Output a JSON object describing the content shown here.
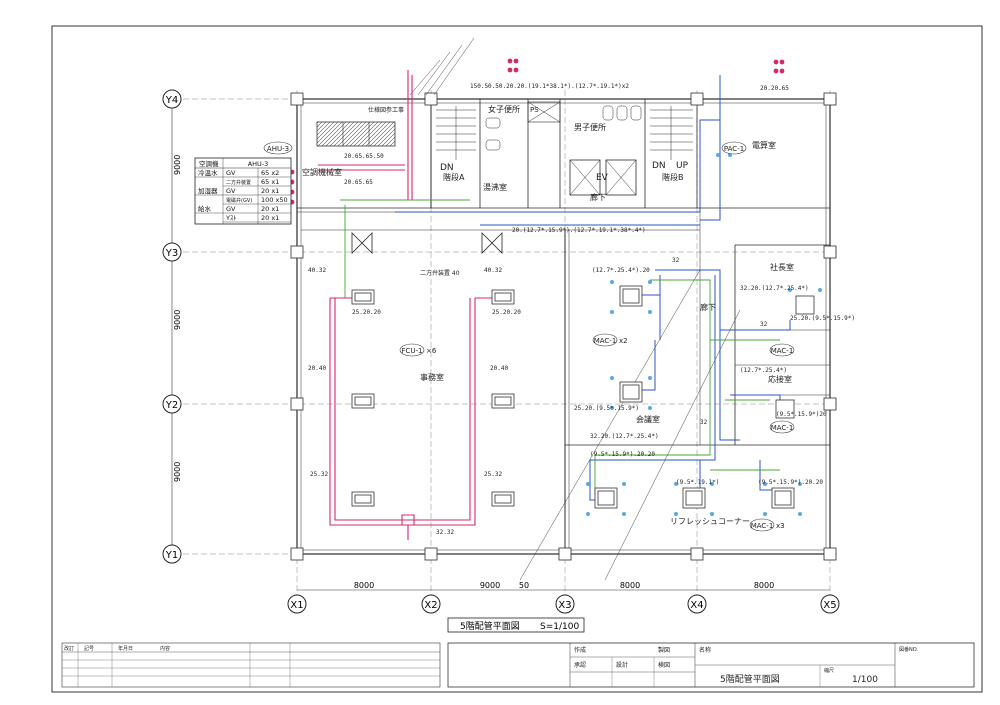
{
  "grid": {
    "rows": [
      "Y4",
      "Y3",
      "Y2",
      "Y1"
    ],
    "cols": [
      "X1",
      "X2",
      "X3",
      "X4",
      "X5"
    ],
    "row_spacing": [
      "9000",
      "9000",
      "9000"
    ],
    "col_spacing": [
      "8000",
      "9000",
      "8000",
      "8000"
    ]
  },
  "rooms": {
    "mech": "空調機械室",
    "office": "事務室",
    "women_wc": "女子便所",
    "men_wc": "男子便所",
    "stair_a": "階段A",
    "stair_b": "階段B",
    "dn_a": "DN",
    "dn_b": "DN",
    "up_b": "UP",
    "ev": "EV",
    "hot_water": "湯沸室",
    "corridor1": "廊下",
    "corridor2": "廊下",
    "elec": "電算室",
    "president": "社長室",
    "reception": "応接室",
    "meeting": "会議室",
    "refresh": "リフレッシュコーナー",
    "ps": "PS",
    "duct_work": "仕様図参工事"
  },
  "equipment": {
    "ahu": "AHU-3",
    "pac": "PAC-1",
    "fcu": "FCU-1",
    "fcu_qty": "×6",
    "mac_main": "MAC-1",
    "mac_main_qty": "x2",
    "mac_a": "MAC-1",
    "mac_b": "MAC-1",
    "mac_refresh": "MAC-1",
    "mac_refresh_qty": "x3",
    "valve_label": "二方弁装置 40"
  },
  "schedule": {
    "header": [
      "空調機",
      "AHU-3"
    ],
    "rows": [
      [
        "冷温水",
        "GV",
        "65 x2"
      ],
      [
        "",
        "二方弁装置",
        "65 x1"
      ],
      [
        "加湿器",
        "GV",
        "20 x1"
      ],
      [
        "",
        "電磁弁(GV)",
        "100 x50"
      ],
      [
        "給水",
        "GV",
        "20 x1"
      ],
      [
        "",
        "Yｽﾄ",
        "20 x1"
      ]
    ]
  },
  "pipe_labels": {
    "top_main": "150.50.50.20.20.(19.1*38.1*).(12.7*.19.1*)x2",
    "top_right": "20.20.65",
    "mech_a": "20.65.65.50",
    "mech_b": "20.65.65",
    "corridor": "20.(12.7*.15.9*).(12.7*.19.1*.38*.4*)",
    "office_left_top": "40.32",
    "office_right_top": "40.32",
    "fcu_l1": "25.20.20",
    "fcu_r1": "25.20.20",
    "l_mid": "20.40",
    "r_mid": "20.40",
    "l_low": "25.32",
    "r_low": "25.32",
    "bottom": "32.32",
    "center_top": "(12.7*.25.4*).20",
    "center_32": "32",
    "pres_a": "32.20.(12.7*.25.4*)",
    "pres_b": "25.20.(9.5*.15.9*)",
    "pres_32": "32",
    "recep": "(12.7*.25.4*)",
    "meet": "25.20.(9.5*.15.9*)",
    "meet_r": "(9.5*.15.9*)20",
    "lower_main": "32.20.(12.7*.25.4*)",
    "lower_32": "32",
    "ref_a": "(9.5*.15.9*).20.20",
    "ref_b": "(9.5*.19.1*)",
    "ref_c": "(9.5*.15.9*).20.20"
  },
  "dims": {
    "d1": "8000",
    "d2": "9000",
    "d2b": "50",
    "d3": "8000",
    "d4": "8000"
  },
  "title": {
    "plan_title": "5階配管平面図",
    "plan_scale": "S=1/100",
    "drawing_name": "5階配管平面図",
    "drawing_scale": "1/100",
    "drawing_no_label": "図番NO.",
    "scale_label": "縮尺",
    "name_label": "名称",
    "sakusei": "作成",
    "ninsho": "承認",
    "sekkei": "設計",
    "kenzu": "検図",
    "seizu": "製図",
    "kaitei": "改訂",
    "kaitei_cols": [
      "記号",
      "年月日",
      "内容"
    ]
  },
  "colors": {
    "structure": "#2b2b2b",
    "chilled": "#d4286e",
    "refrig": "#2a55c0",
    "drain": "#44a832",
    "note": "#e05a3a",
    "blue_dot": "#5aa8e0"
  }
}
